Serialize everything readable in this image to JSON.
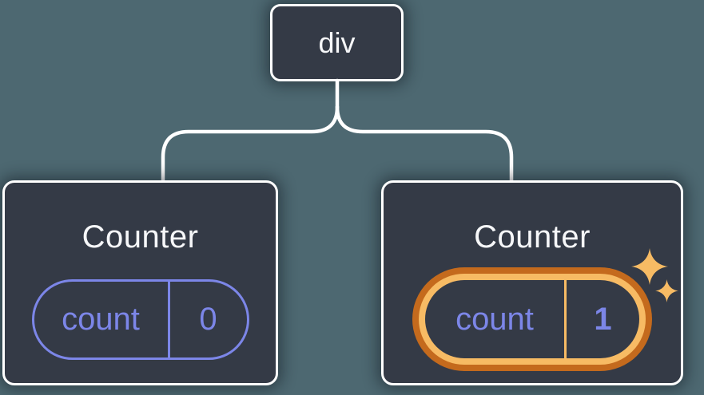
{
  "diagram": {
    "description": "React component tree: a div root element with two Counter children; second Counter's state is highlighted as updated",
    "background_color": "#4D6871",
    "node_fill_color": "#343A46",
    "node_border_color": "#FFFFFF",
    "connector_color": "#FFFFFF",
    "text_color": "#F6F7F9",
    "state_accent_color": "#7C86E8",
    "highlight_ring_outer_color": "#C46A1D",
    "highlight_ring_inner_color": "#F7BB64",
    "sparkle_color": "#F7BB64",
    "root": {
      "label": "div"
    },
    "children": [
      {
        "title": "Counter",
        "state_key": "count",
        "state_value": "0",
        "highlighted": false
      },
      {
        "title": "Counter",
        "state_key": "count",
        "state_value": "1",
        "highlighted": true,
        "badge_icon": "sparkles-icon"
      }
    ]
  }
}
